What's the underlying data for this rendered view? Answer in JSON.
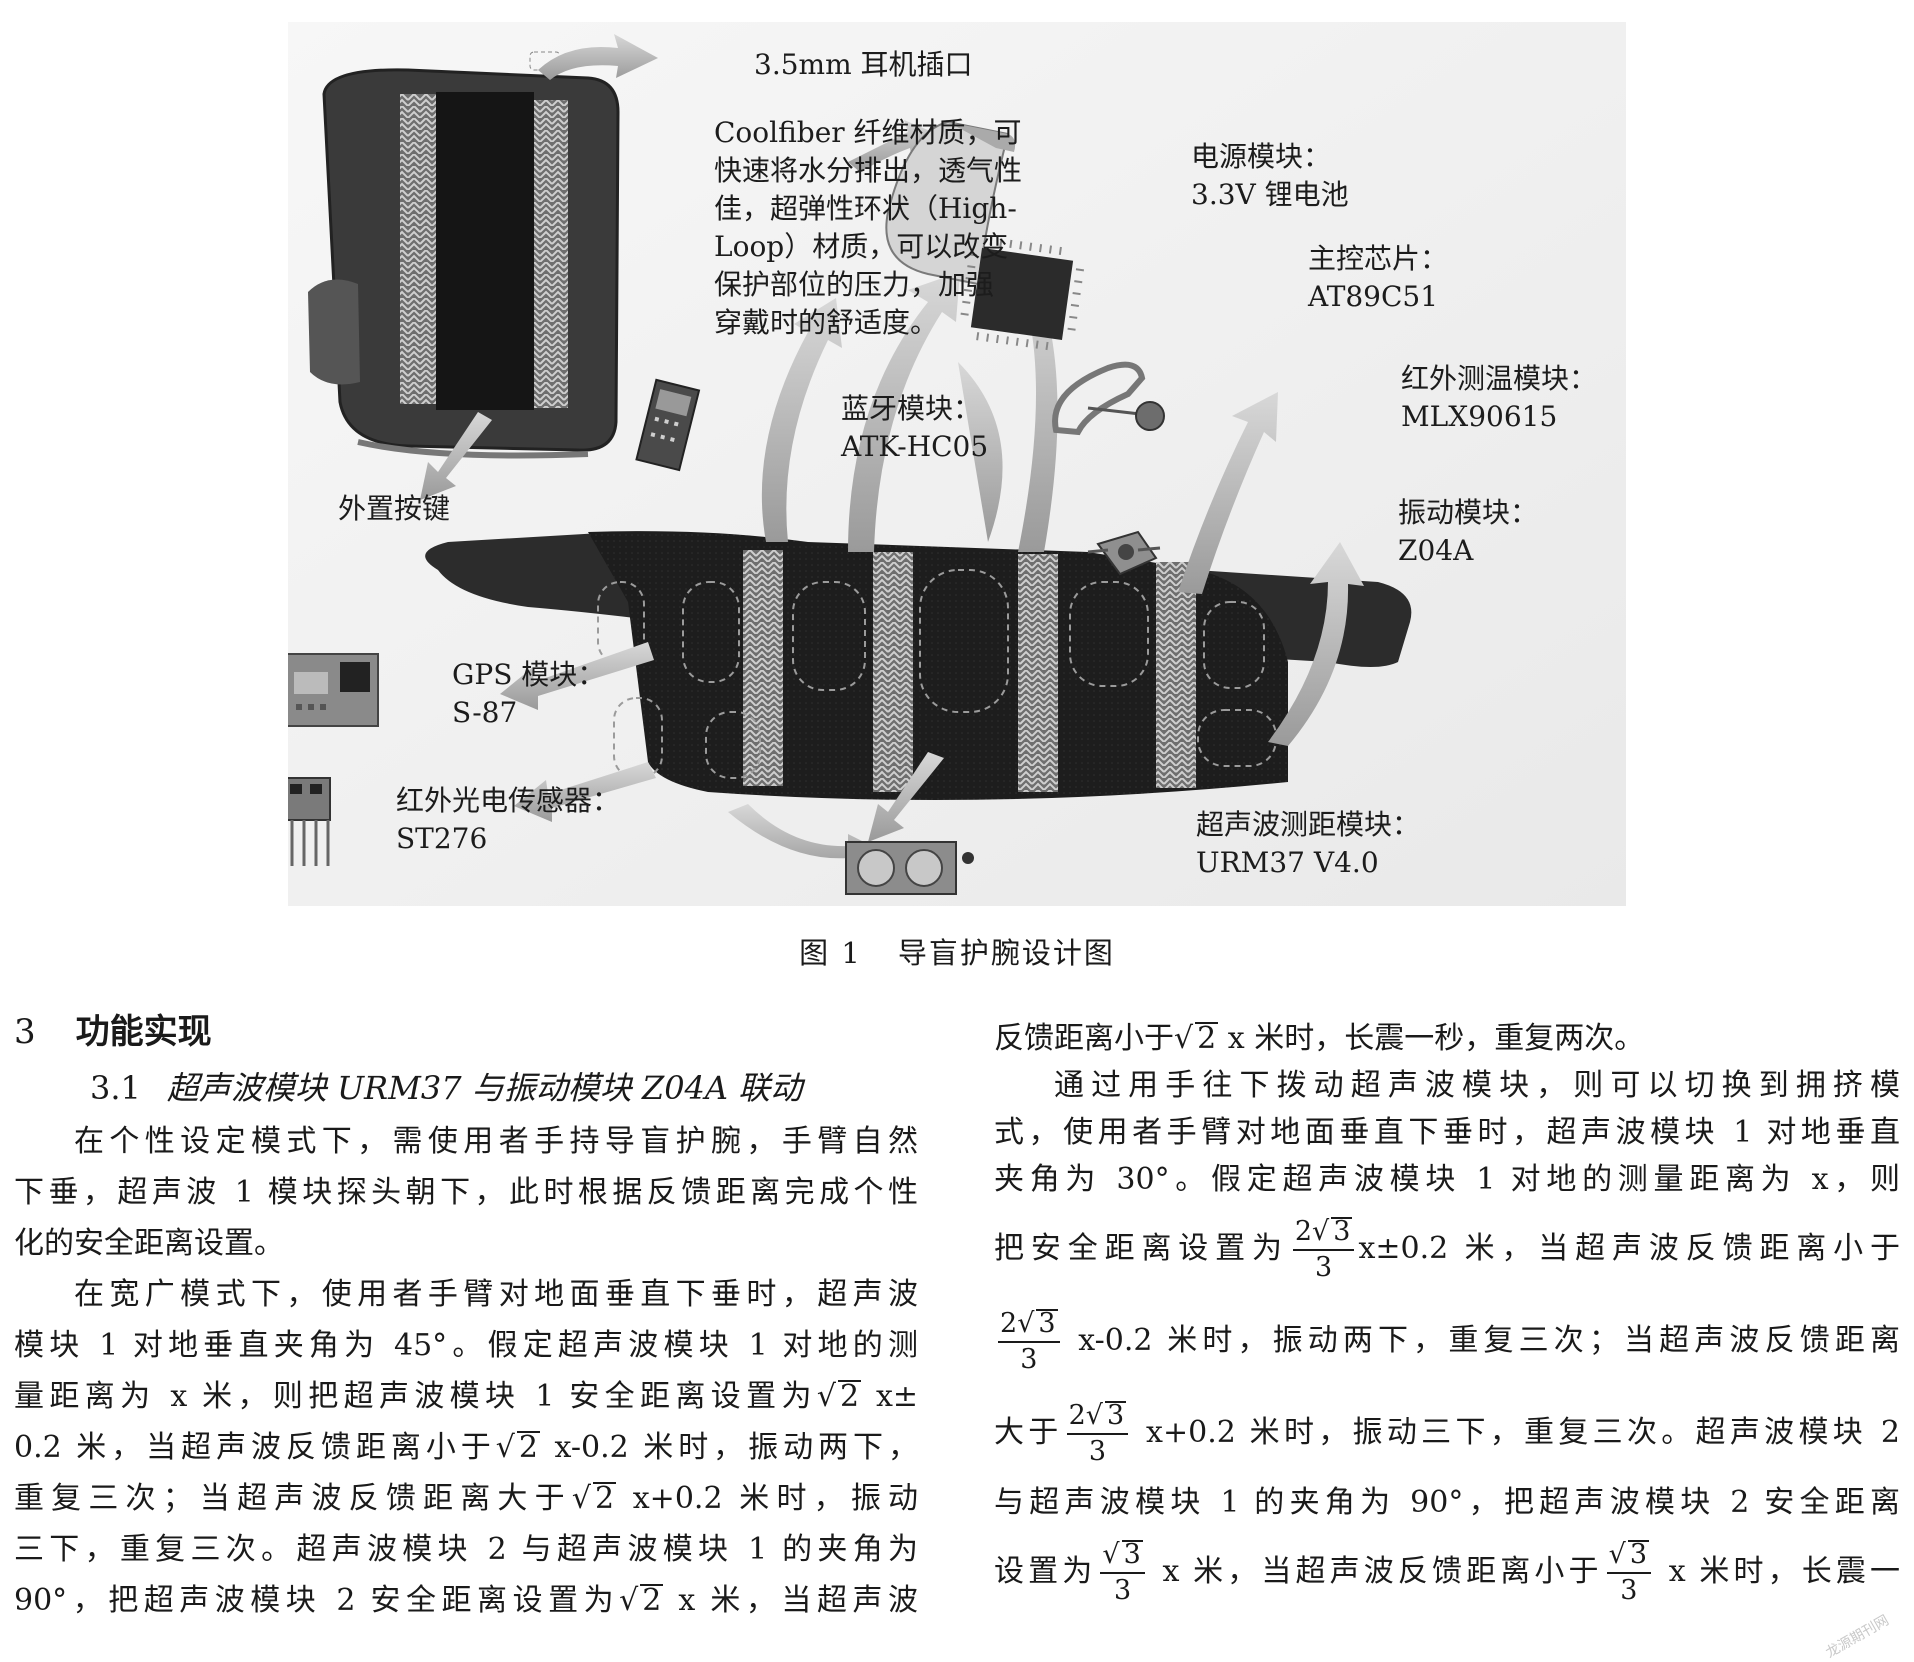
{
  "figure": {
    "caption_number": "图 1",
    "caption_text": "导盲护腕设计图",
    "labels": {
      "earphone": [
        "3.5mm 耳机插口"
      ],
      "coolfiber": [
        "Coolfiber 纤维材质，可",
        "快速将水分排出，透气性",
        "佳，超弹性环状（High-",
        "Loop）材质，可以改变",
        "保护部位的压力，加强",
        "穿戴时的舒适度。"
      ],
      "power": [
        "电源模块：",
        "3.3V 锂电池"
      ],
      "mcu": [
        "主控芯片：",
        "AT89C51"
      ],
      "bluetooth": [
        "蓝牙模块：",
        "ATK-HC05"
      ],
      "infrared_temp": [
        "红外测温模块：",
        "MLX90615"
      ],
      "external_button": [
        "外置按键"
      ],
      "vibration": [
        "振动模块：",
        "Z04A"
      ],
      "gps": [
        "GPS 模块：",
        "S-87"
      ],
      "ir_sensor": [
        "红外光电传感器：",
        "ST276"
      ],
      "ultrasonic": [
        "超声波测距模块：",
        "URM37  V4.0"
      ]
    }
  },
  "section": {
    "number": "3",
    "title": "功能实现"
  },
  "subsection": {
    "number": "3.1",
    "title": "超声波模块 URM37 与振动模块 Z04A 联动"
  },
  "left_text": {
    "p1": [
      "在个性设定模式下，需使用者手持导盲护腕，手臂自然",
      "下垂，超声波 1 模块探头朝下，此时根据反馈距离完成个性",
      "化的安全距离设置。"
    ],
    "p2_l1": "在宽广模式下，使用者手臂对地面垂直下垂时，超声波",
    "p2_l2": "模块 1 对地垂直夹角为 45°。假定超声波模块 1 对地的测",
    "p2_l3_a": "量距离为 x 米，则把超声波模块 1 安全距离设置为",
    "p2_l3_b": "x±",
    "p2_l4_a": "0.2 米，当超声波反馈距离小于",
    "p2_l4_b": "x-0.2 米时，振动两下，",
    "p2_l5_a": "重复三次；当超声波反馈距离大于",
    "p2_l5_b": "x+0.2 米时，振动",
    "p2_l6": "三下，重复三次。超声波模块 2 与超声波模块 1 的夹角为",
    "p2_l7_a": "90°，把超声波模块 2 安全距离设置为",
    "p2_l7_b": "x 米，当超声波"
  },
  "right_text": {
    "l1_a": "反馈距离小于",
    "l1_b": "x 米时，长震一秒，重复两次。",
    "l2": "通过用手往下拨动超声波模块，则可以切换到拥挤模",
    "l3": "式，使用者手臂对地面垂直下垂时，超声波模块 1 对地垂直",
    "l4": "夹角为 30°。假定超声波模块 1 对地的测量距离为 x，则",
    "l5_a": "把安全距离设置为",
    "l5_b": "x±0.2 米，当超声波反馈距离小于",
    "l6_b": "x-0.2 米时，振动两下，重复三次；当超声波反馈距离",
    "l7_a": "大于",
    "l7_b": "x+0.2 米时，振动三下，重复三次。超声波模块 2",
    "l8": "与超声波模块 1 的夹角为 90°，把超声波模块 2 安全距离",
    "l9_a": "设置为",
    "l9_b": "x 米，当超声波反馈距离小于",
    "l9_c": "x 米时，长震一"
  },
  "math": {
    "sqrt2": "2",
    "sqrt3": "3",
    "two": "2",
    "den": "3"
  },
  "watermark": "龙源期刊网"
}
